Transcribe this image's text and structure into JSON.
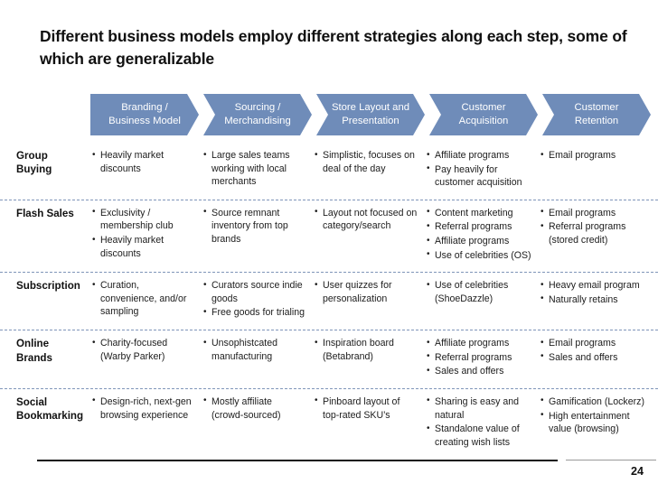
{
  "slide": {
    "title": "Different business models employ different strategies along each step, some of which are generalizable",
    "page_number": "24"
  },
  "process_steps": [
    {
      "label_line1": "Branding /",
      "label_line2": "Business Model"
    },
    {
      "label_line1": "Sourcing /",
      "label_line2": "Merchandising"
    },
    {
      "label_line1": "Store Layout and",
      "label_line2": "Presentation"
    },
    {
      "label_line1": "Customer",
      "label_line2": "Acquisition"
    },
    {
      "label_line1": "Customer",
      "label_line2": "Retention"
    }
  ],
  "colors": {
    "chevron_fill": "#6f8cb9",
    "chevron_text": "#ffffff",
    "row_divider": "#7f95b9",
    "footer_rule": "#111111"
  },
  "rows": [
    {
      "label_line1": "Group",
      "label_line2": "Buying",
      "cells": [
        [
          "Heavily market discounts"
        ],
        [
          "Large sales teams working with local merchants"
        ],
        [
          "Simplistic, focuses on deal of the day"
        ],
        [
          "Affiliate programs",
          "Pay heavily for customer acquisition"
        ],
        [
          "Email programs"
        ]
      ]
    },
    {
      "label_line1": "Flash Sales",
      "label_line2": "",
      "cells": [
        [
          "Exclusivity / membership club",
          "Heavily market discounts"
        ],
        [
          "Source remnant inventory from top brands"
        ],
        [
          "Layout not focused on category/search"
        ],
        [
          "Content marketing",
          "Referral programs",
          "Affiliate programs",
          "Use of celebrities (OS)"
        ],
        [
          "Email programs",
          "Referral programs (stored credit)"
        ]
      ]
    },
    {
      "label_line1": "Subscription",
      "label_line2": "",
      "cells": [
        [
          "Curation, convenience, and/or sampling"
        ],
        [
          "Curators source indie goods",
          "Free goods for trialing"
        ],
        [
          "User quizzes for personalization"
        ],
        [
          "Use of celebrities (ShoeDazzle)"
        ],
        [
          "Heavy email program",
          "Naturally retains"
        ]
      ]
    },
    {
      "label_line1": "Online",
      "label_line2": "Brands",
      "cells": [
        [
          "Charity-focused (Warby Parker)"
        ],
        [
          "Unsophistcated manufacturing"
        ],
        [
          "Inspiration board (Betabrand)"
        ],
        [
          "Affiliate programs",
          "Referral programs",
          "Sales and offers"
        ],
        [
          "Email programs",
          "Sales and offers"
        ]
      ]
    },
    {
      "label_line1": "Social",
      "label_line2": "Bookmarking",
      "cells": [
        [
          "Design-rich, next-gen browsing experience"
        ],
        [
          "Mostly affiliate (crowd-sourced)"
        ],
        [
          "Pinboard layout of top-rated SKU’s"
        ],
        [
          "Sharing is easy and natural",
          "Standalone value of creating wish lists"
        ],
        [
          "Gamification (Lockerz)",
          "High entertainment value (browsing)"
        ]
      ]
    }
  ]
}
